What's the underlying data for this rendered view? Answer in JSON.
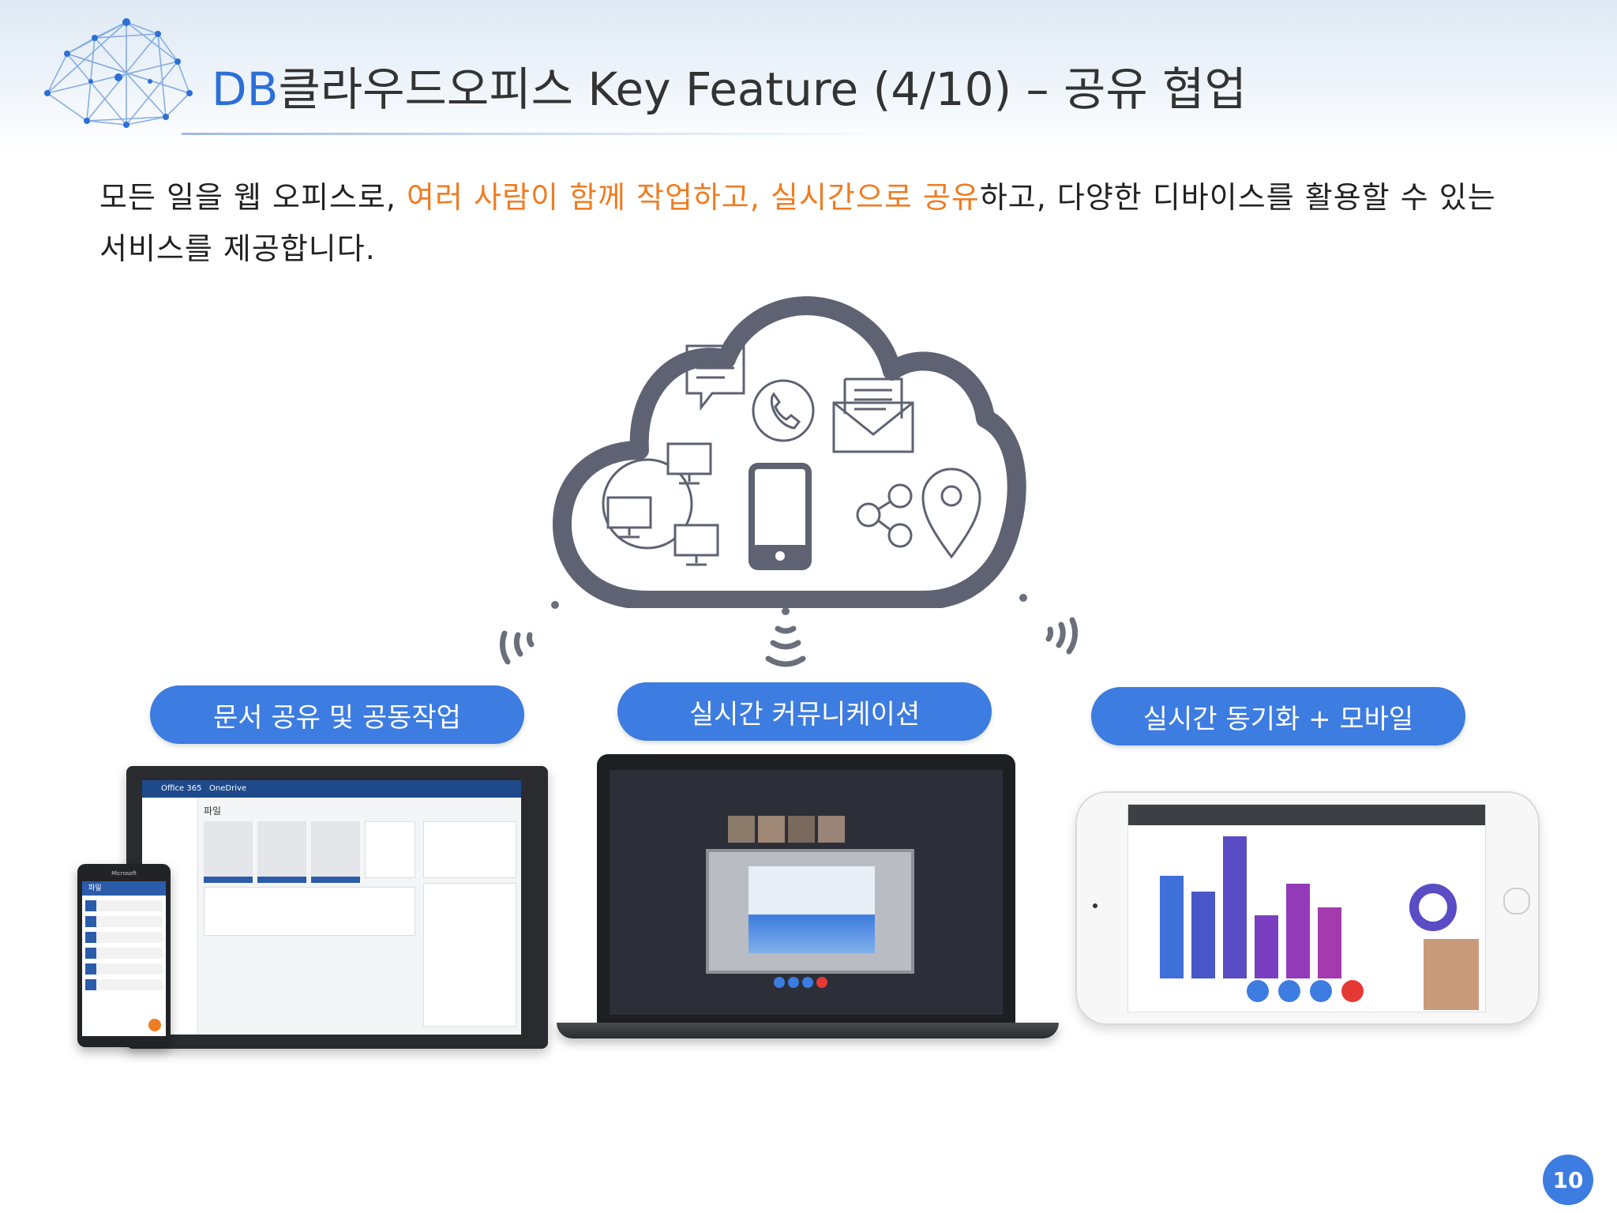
{
  "header": {
    "title_brand": "DB",
    "title_rest": "클라우드오피스 Key Feature (4/10) – 공유 협업"
  },
  "intro": {
    "part1": "모든 일을 웹 오피스로, ",
    "highlight": "여러 사람이 함께 작업하고, 실시간으로 공유",
    "part2": "하고, 다양한 디바이스를 활용할 수 있는 서비스를 제공합니다."
  },
  "features": [
    {
      "label": "문서 공유 및 공동작업"
    },
    {
      "label": "실시간 커뮤니케이션"
    },
    {
      "label": "실시간 동기화 + 모바일"
    }
  ],
  "tablet_screen": {
    "app_name": "Office 365",
    "app_section": "OneDrive",
    "folder_title": "파일"
  },
  "phone_screen": {
    "brand": "Microsoft",
    "folder_title": "파일"
  },
  "page_number": "10",
  "colors": {
    "accent": "#3d7ce0",
    "brand_blue": "#2c6fd6",
    "highlight_orange": "#f07c22",
    "cloud_outline": "#5e6272"
  }
}
